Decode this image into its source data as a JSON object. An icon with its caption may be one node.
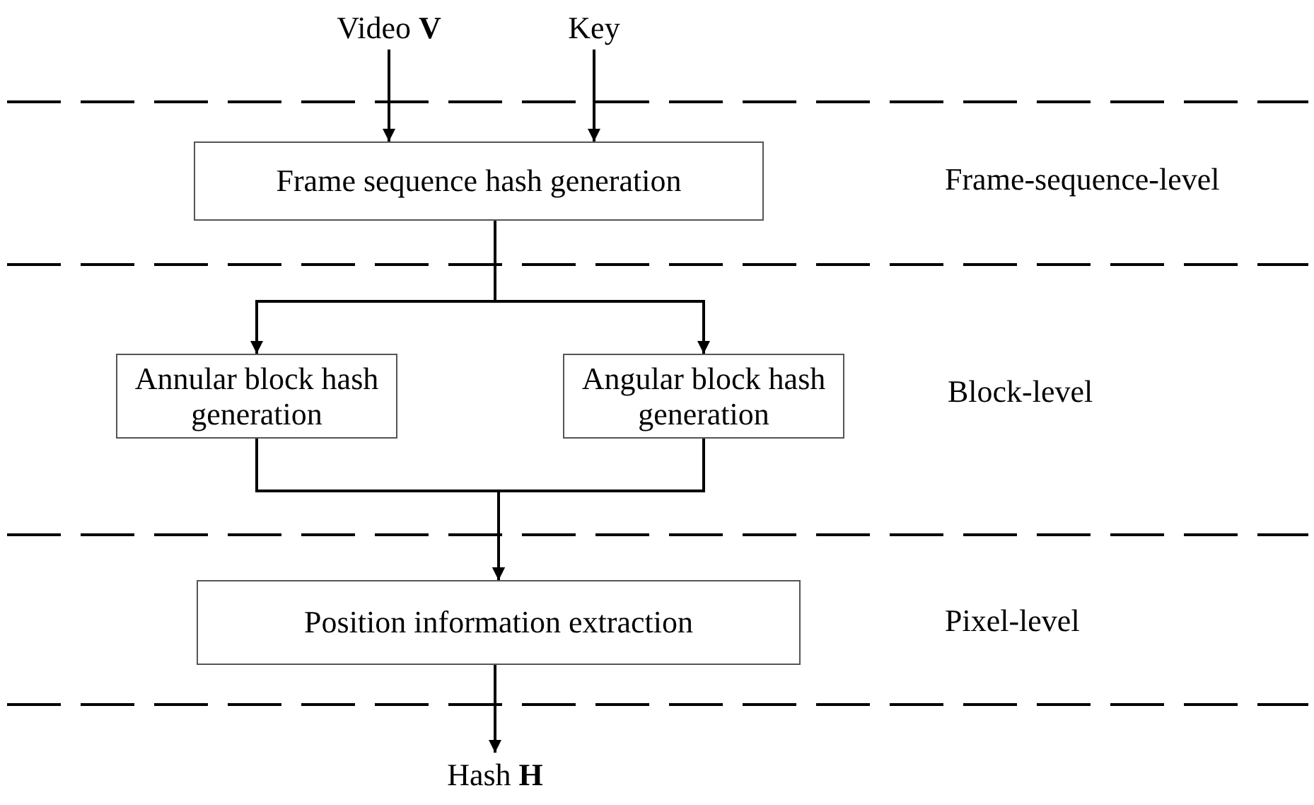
{
  "diagram": {
    "nodes": [
      {
        "text": [
          "Video **V**"
        ]
      },
      {
        "text": [
          "Key"
        ]
      },
      {
        "text": [
          "Frame sequence hash generation"
        ]
      },
      {
        "text": [
          "Annular block hash generation"
        ]
      },
      {
        "text": [
          "Angular block hash generation"
        ]
      },
      {
        "text": [
          "Position information extraction"
        ]
      },
      {
        "text": [
          "Hash **H**"
        ]
      }
    ],
    "edges": [
      {
        "from": 0,
        "to": 2,
        "arrow": "to"
      },
      {
        "from": 1,
        "to": 2,
        "arrow": "to"
      },
      {
        "from": 2,
        "to": 3,
        "arrow": "to"
      },
      {
        "from": 2,
        "to": 4,
        "arrow": "to"
      },
      {
        "from": 3,
        "to": 5,
        "arrow": "to"
      },
      {
        "from": 4,
        "to": 5,
        "arrow": "to"
      },
      {
        "from": 5,
        "to": 6,
        "arrow": "to"
      }
    ],
    "labels": [
      "Frame-sequence-level",
      "Block-level",
      "Pixel-level"
    ]
  }
}
